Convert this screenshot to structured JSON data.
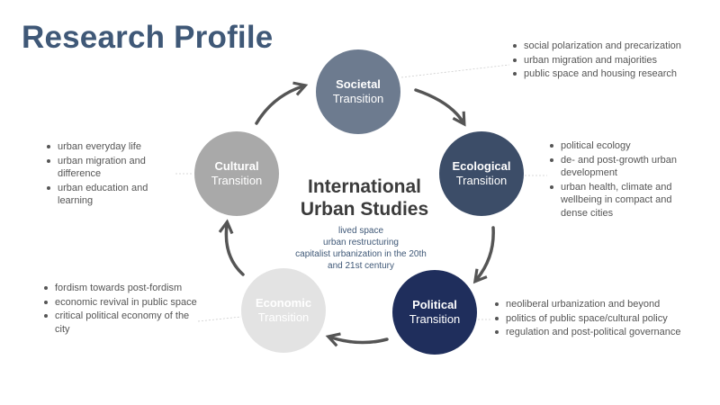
{
  "title": "Research Profile",
  "center": {
    "title_line1": "International",
    "title_line2": "Urban Studies",
    "items": [
      "lived space",
      "urban restructuring",
      "capitalist urbanization in the 20th",
      "and 21st century"
    ]
  },
  "nodes": {
    "societal": {
      "name": "Societal",
      "sub": "Transition",
      "color": "#6d7b8f"
    },
    "ecological": {
      "name": "Ecological",
      "sub": "Transition",
      "color": "#3c4d68"
    },
    "political": {
      "name": "Political",
      "sub": "Transition",
      "color": "#1f2e5c"
    },
    "economic": {
      "name": "Economic",
      "sub": "Transition",
      "color": "#e3e3e3"
    },
    "cultural": {
      "name": "Cultural",
      "sub": "Transition",
      "color": "#a9a9a9"
    }
  },
  "bullets": {
    "societal": [
      "social polarization and precarization",
      "urban migration and majorities",
      "public space and housing research"
    ],
    "ecological": [
      "political ecology",
      "de- and post-growth urban development",
      "urban health, climate and wellbeing in compact and dense cities"
    ],
    "political": [
      "neoliberal urbanization and beyond",
      "politics of public space/cultural policy",
      "regulation and post-political governance"
    ],
    "economic": [
      "fordism towards post-fordism",
      "economic revival in public space",
      "critical political economy of the city"
    ],
    "cultural": [
      "urban everyday life",
      "urban migration and difference",
      "urban education and learning"
    ]
  },
  "colors": {
    "title": "#3f5877",
    "arrow": "#555555",
    "connector": "#cccccc"
  }
}
